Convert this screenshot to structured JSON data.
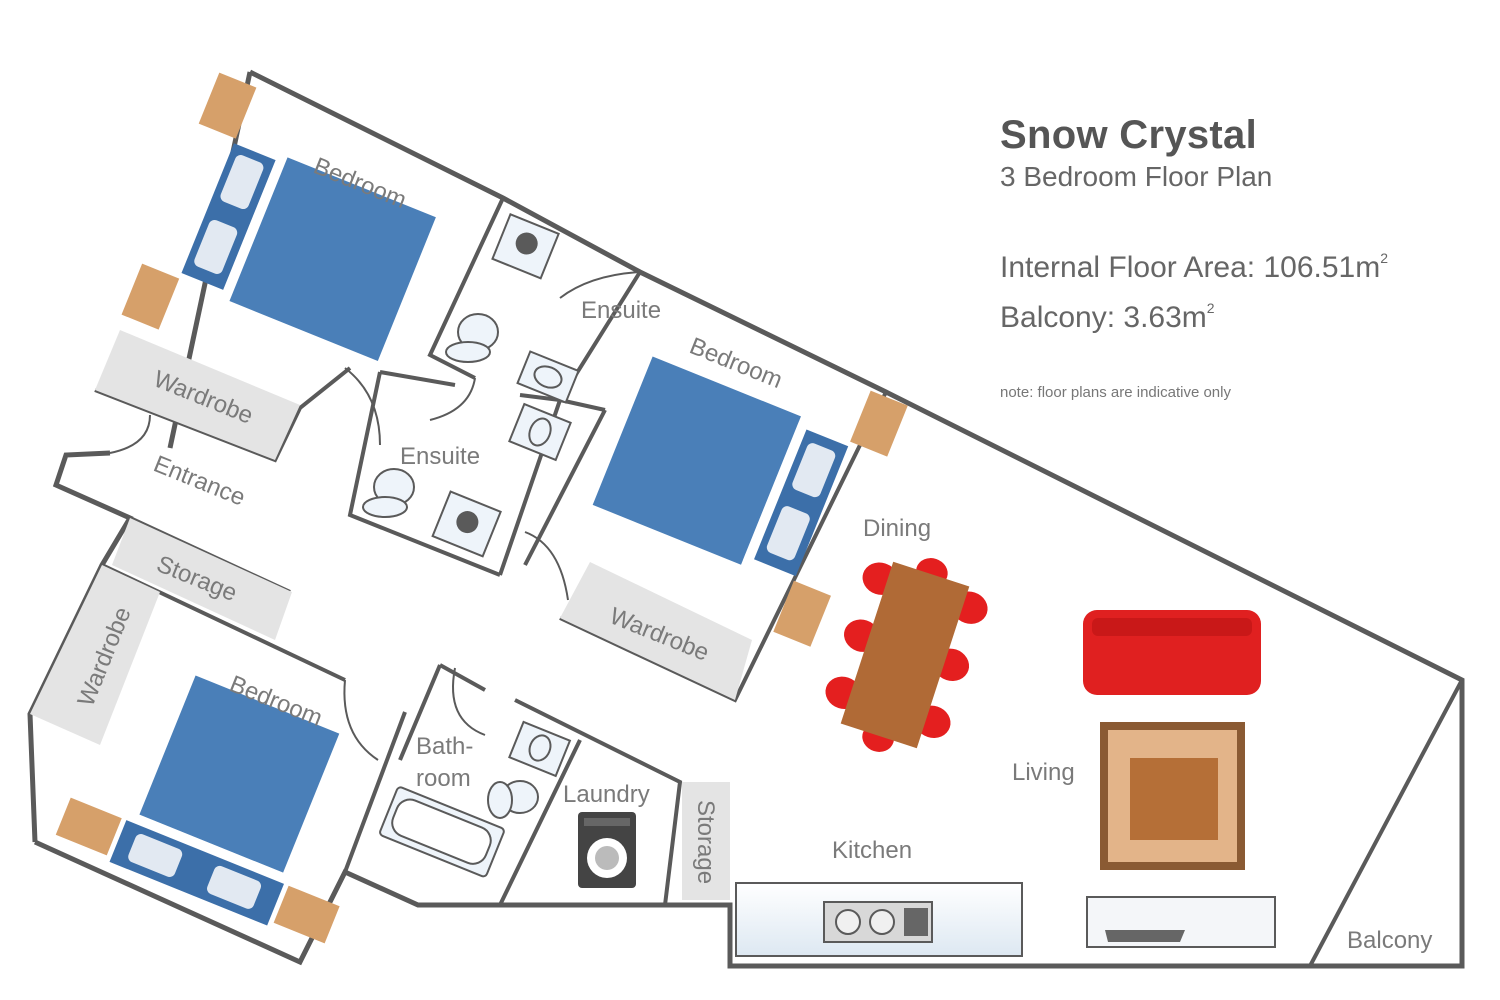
{
  "header": {
    "title": "Snow Crystal",
    "subtitle": "3 Bedroom Floor Plan",
    "internal_area_label": "Internal Floor Area: 106.51m",
    "balcony_area_label": "Balcony: 3.63m",
    "area_superscript": "2",
    "note": "note: floor plans are indicative only"
  },
  "rooms": {
    "bedroom_1": "Bedroom",
    "bedroom_2": "Bedroom",
    "bedroom_3": "Bedroom",
    "ensuite_1": "Ensuite",
    "ensuite_2": "Ensuite",
    "wardrobe_1": "Wardrobe",
    "wardrobe_2": "Wardrobe",
    "wardrobe_3": "Wardrobe",
    "entrance": "Entrance",
    "storage_1": "Storage",
    "storage_2": "Storage",
    "bathroom_line1": "Bath-",
    "bathroom_line2": "room",
    "laundry": "Laundry",
    "kitchen": "Kitchen",
    "dining": "Dining",
    "living": "Living",
    "balcony": "Balcony"
  },
  "colors": {
    "wall": "#5a5a5a",
    "bed": "#4a7fb8",
    "bed_frame": "#3c6fa9",
    "nightstand": "#d6a06a",
    "wardrobe": "#e4e4e4",
    "table": "#b06a36",
    "chair": "#e41f1f",
    "sofa": "#e02020",
    "rug_outer": "#8a5a33",
    "rug_inner": "#e3b489"
  }
}
